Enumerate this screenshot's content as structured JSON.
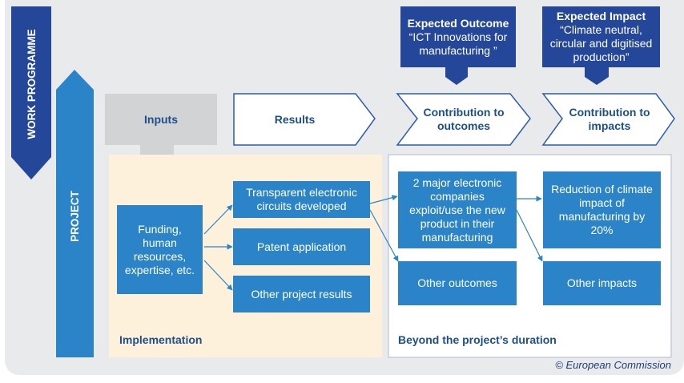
{
  "work_programme_label": "WORK PROGRAMME",
  "project_label": "PROJECT",
  "expected_outcome": {
    "title": "Expected Outcome",
    "text": "“ICT Innovations for manufacturing ”"
  },
  "expected_impact": {
    "title": "Expected Impact",
    "text": "“Climate neutral, circular and digitised production”"
  },
  "steps": {
    "inputs": "Inputs",
    "results": "Results",
    "outcomes": "Contribution to outcomes",
    "impacts": "Contribution to impacts"
  },
  "boxes": {
    "funding": "Funding, human resources, expertise, etc.",
    "transparent": "Transparent electronic circuits developed",
    "patent": "Patent application",
    "other_results": "Other project results",
    "major_companies": "2 major electronic companies exploit/use the new product in their manufacturing",
    "other_outcomes": "Other outcomes",
    "reduction": "Reduction of climate impact of manufacturing by 20%",
    "other_impacts": "Other impacts"
  },
  "implementation_label": "Implementation",
  "beyond_label": "Beyond the project’s duration",
  "copyright": "© European Commission",
  "colors": {
    "dark_blue": "#24479a",
    "mid_blue": "#2b84c7",
    "light_yellow": "#fdf1dc",
    "gray_panel": "#e9eaec",
    "gray_arrow": "#d2d3d5"
  }
}
